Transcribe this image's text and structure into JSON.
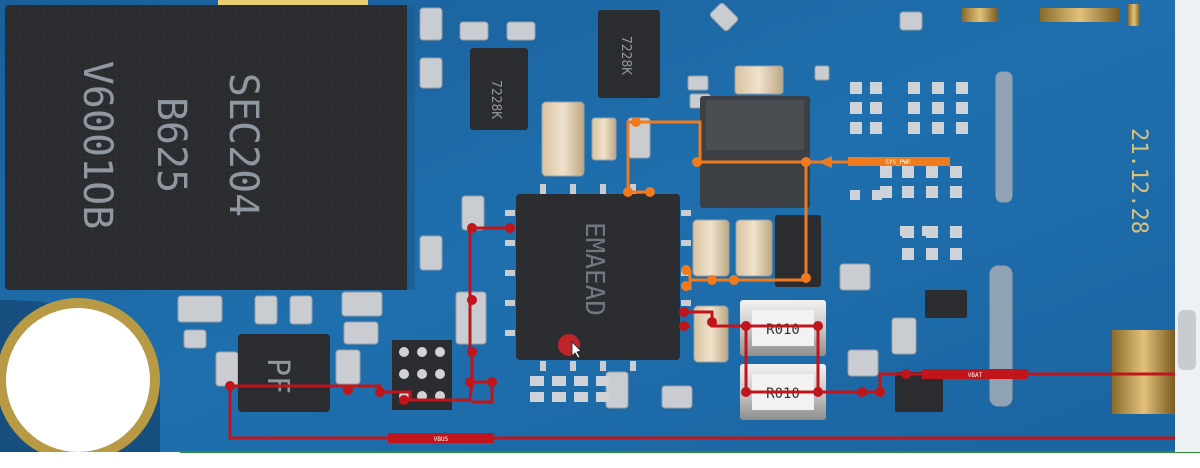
{
  "colors": {
    "pcb": "#1d6aa6",
    "pcb_dark": "#175a8e",
    "chip_body": "#2b2d30",
    "trace_orange": "#f07a1e",
    "trace_red": "#c0151a",
    "silk_yellow": "#d8c27a"
  },
  "memory_chip": {
    "line1": "SEC204",
    "line2": "B625",
    "line3": "V6001OB"
  },
  "pmic_chip": {
    "marking": "EMAEAD"
  },
  "small_ics": {
    "left": "7228K",
    "right": "7228K"
  },
  "inductor_mark": "PF",
  "resistors": {
    "top": "R010",
    "bottom": "R010"
  },
  "board_date": "21.12.28",
  "net_labels": {
    "sys_pwr": "SYS_PWR",
    "vbat": "VBAT",
    "vbus": "VBUS"
  },
  "icons": [
    "mouse-cursor-icon",
    "mounting-hole-icon"
  ]
}
